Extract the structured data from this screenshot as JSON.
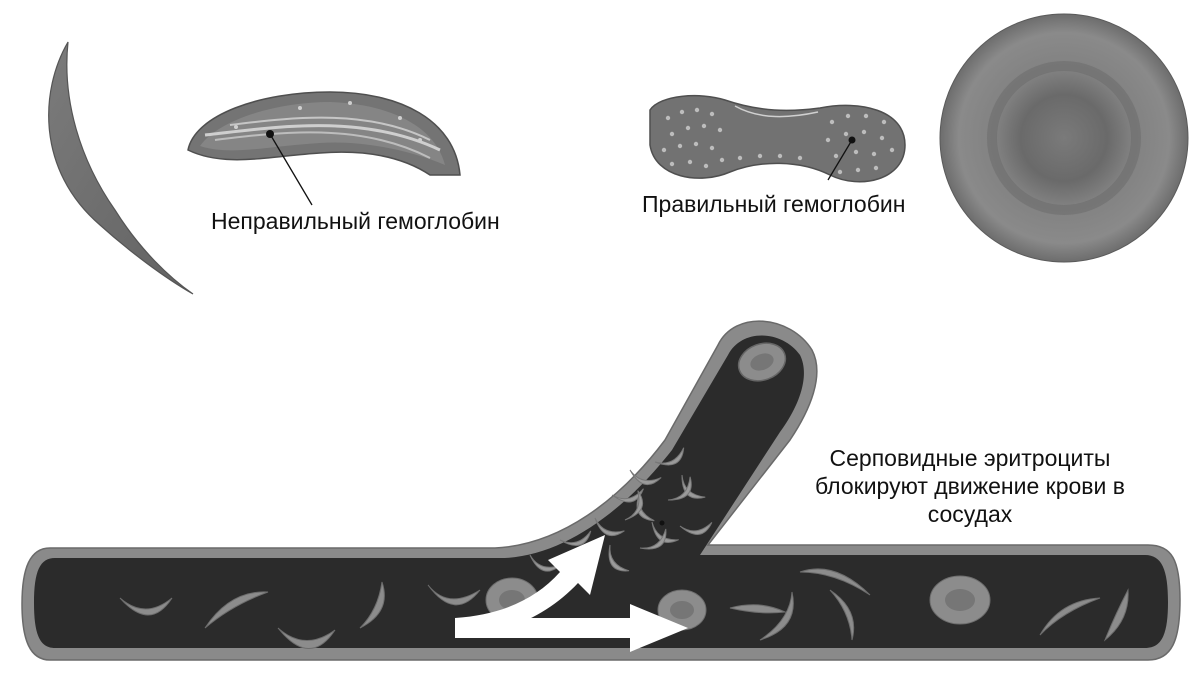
{
  "labels": {
    "abnormal_hemoglobin": "Неправильный гемоглобин",
    "normal_hemoglobin": "Правильный гемоглобин",
    "blocked_line1": "Серповидные эритроциты",
    "blocked_line2": "блокируют движение крови в",
    "blocked_line3": "сосудах"
  },
  "colors": {
    "cell_fill": "#6a6a6a",
    "vessel_lumen": "#2b2b2b",
    "vessel_wall": "#8a8a8a",
    "arrow": "#ffffff",
    "text": "#111111"
  }
}
